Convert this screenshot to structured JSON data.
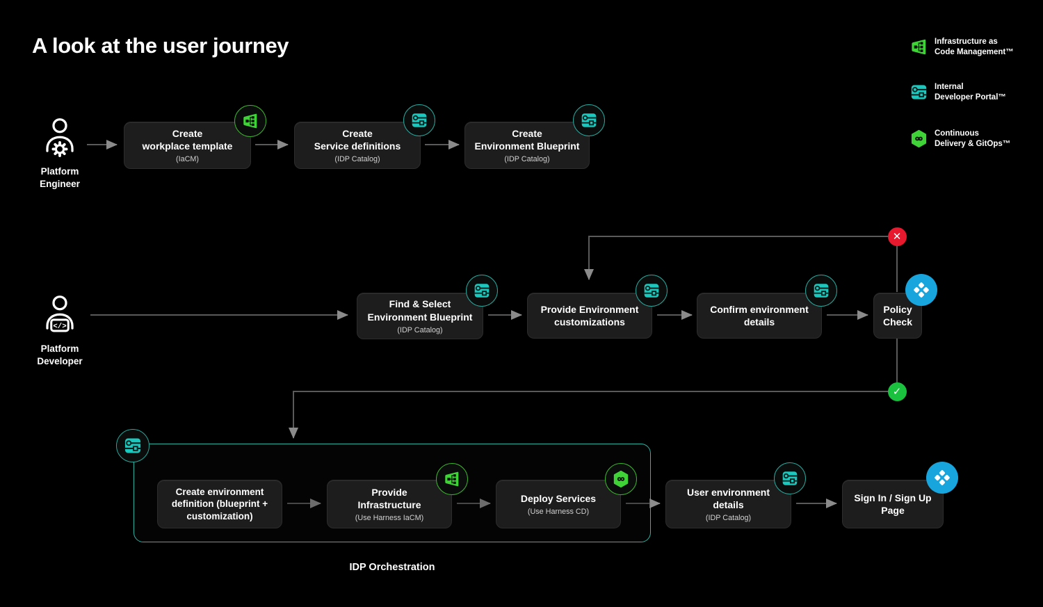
{
  "title": "A look at the user journey",
  "legend": {
    "items": [
      {
        "icon": "iacm-module-icon",
        "label": "Infrastructure as\nCode Management™"
      },
      {
        "icon": "idp-module-icon",
        "label": "Internal\nDeveloper Portal™"
      },
      {
        "icon": "cd-module-icon",
        "label": "Continuous\nDelivery & GitOps™"
      }
    ]
  },
  "actors": {
    "engineer": {
      "label": "Platform\nEngineer"
    },
    "developer": {
      "label": "Platform\nDeveloper"
    }
  },
  "flow": {
    "engineer_row": [
      {
        "title": "Create\nworkplace template",
        "subtitle": "(IaCM)",
        "badge": "iacm"
      },
      {
        "title": "Create\nService definitions",
        "subtitle": "(IDP Catalog)",
        "badge": "idp"
      },
      {
        "title": "Create\nEnvironment Blueprint",
        "subtitle": "(IDP Catalog)",
        "badge": "idp"
      }
    ],
    "developer_row": [
      {
        "title": "Find & Select\nEnvironment Blueprint",
        "subtitle": "(IDP Catalog)",
        "badge": "idp"
      },
      {
        "title": "Provide Environment\ncustomizations",
        "badge": "idp"
      },
      {
        "title": "Confirm environment\ndetails",
        "badge": "idp"
      },
      {
        "title": "Policy\nCheck",
        "badge": "policy"
      }
    ],
    "orchestration_row": [
      {
        "title": "Create environment\ndefinition (blueprint +\ncustomization)"
      },
      {
        "title": "Provide\nInfrastructure",
        "subtitle": "(Use Harness IaCM)",
        "badge": "iacm"
      },
      {
        "title": "Deploy Services",
        "subtitle": "(Use Harness CD)",
        "badge": "cd"
      },
      {
        "title": "User environment\ndetails",
        "subtitle": "(IDP Catalog)",
        "badge": "idp"
      },
      {
        "title": "Sign In / Sign Up\nPage",
        "badge": "policy"
      }
    ],
    "container_label": "IDP Orchestration"
  },
  "colors": {
    "background": "#000000",
    "box_bg": "#1d1d1d",
    "connector_gray": "#5a5a5a",
    "module_green": "#3fd337",
    "module_teal": "#1cc8bd",
    "policy_blue": "#18a5de",
    "fail_red": "#e6192e",
    "pass_green": "#19c13e"
  }
}
